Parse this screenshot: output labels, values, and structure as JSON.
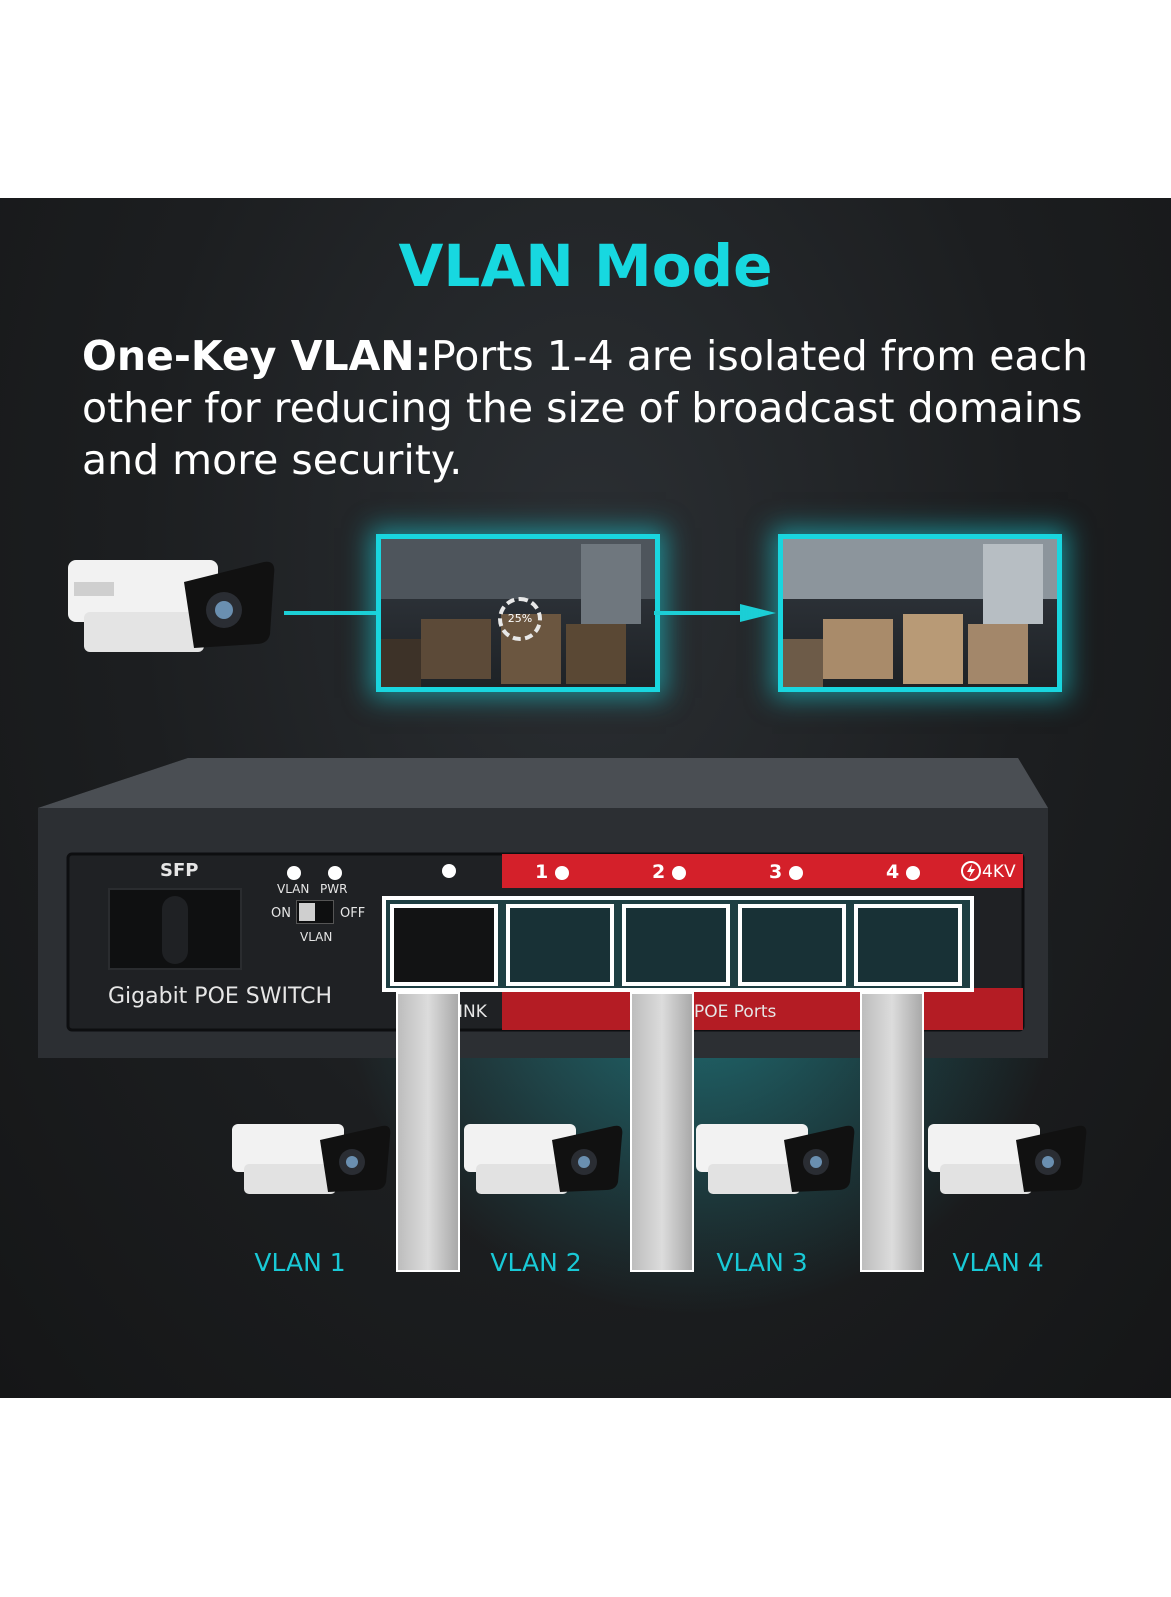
{
  "heading": "VLAN Mode",
  "description": {
    "bold": "One-Key VLAN:",
    "text": "Ports 1-4 are isolated from each other for reducing the size of broadcast domains and more security."
  },
  "stream": {
    "loading_badge": "25%"
  },
  "switch": {
    "sfp_label": "SFP",
    "led_vlan": "VLAN",
    "led_pwr": "PWR",
    "toggle_on": "ON",
    "toggle_off": "OFF",
    "toggle_label": "VLAN",
    "model_label": "Gigabit POE SWITCH",
    "port_numbers": [
      "1",
      "2",
      "3",
      "4"
    ],
    "surge_label": "4KV",
    "uplink_label": "INK",
    "poe_label": "POE Ports"
  },
  "vlans": [
    "VLAN 1",
    "VLAN 2",
    "VLAN 3",
    "VLAN 4"
  ],
  "colors": {
    "accent": "#17d8e0",
    "poe_red": "#d4202a",
    "background": "#1c1e20"
  }
}
